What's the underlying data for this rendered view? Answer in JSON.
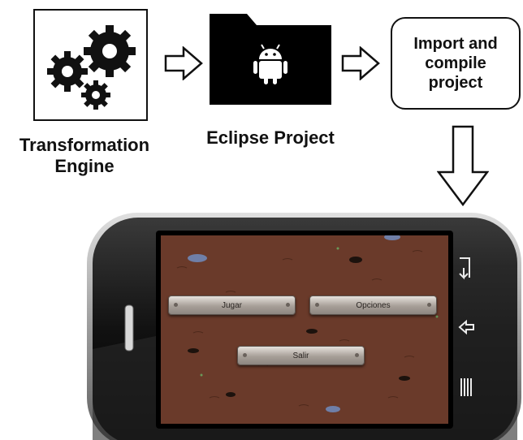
{
  "nodes": {
    "transformation_engine": {
      "label_line1": "Transformation",
      "label_line2": "Engine"
    },
    "eclipse_project": {
      "label": "Eclipse Project"
    },
    "import_compile": {
      "line1": "Import and",
      "line2": "compile",
      "line3": "project"
    }
  },
  "game_menu": {
    "play_label": "Jugar",
    "options_label": "Opciones",
    "exit_label": "Salir"
  },
  "colors": {
    "screen_background": "#6a3a2a",
    "phone_body": "#151515",
    "folder": "#000000"
  }
}
